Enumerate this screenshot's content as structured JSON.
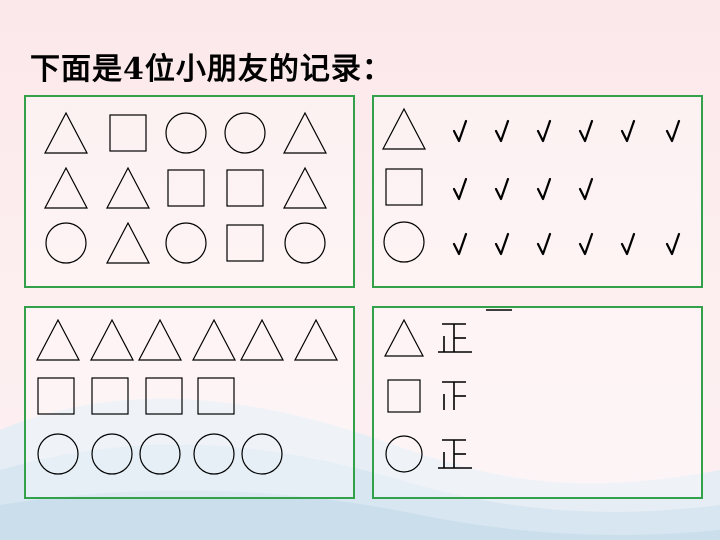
{
  "title": "下面是4位小朋友的记录：",
  "panels": {
    "mixed": {
      "rows": [
        [
          "triangle",
          "square",
          "circle",
          "circle",
          "triangle"
        ],
        [
          "triangle",
          "triangle",
          "square",
          "square",
          "triangle"
        ],
        [
          "circle",
          "triangle",
          "circle",
          "square",
          "circle"
        ]
      ]
    },
    "checks": {
      "rows": [
        {
          "shape": "triangle",
          "checks": 6
        },
        {
          "shape": "square",
          "checks": 4
        },
        {
          "shape": "circle",
          "checks": 6
        }
      ]
    },
    "grouped": {
      "rows": [
        {
          "shape": "triangle",
          "count": 6
        },
        {
          "shape": "square",
          "count": 4
        },
        {
          "shape": "circle",
          "count": 5
        }
      ]
    },
    "tally": {
      "rows": [
        {
          "shape": "triangle",
          "strokes": 6
        },
        {
          "shape": "square",
          "strokes": 4
        },
        {
          "shape": "circle",
          "strokes": 5
        }
      ]
    }
  },
  "colors": {
    "panel_border": "#33a14a",
    "background": "#fbe8ea",
    "wave": "#dde8f2"
  }
}
